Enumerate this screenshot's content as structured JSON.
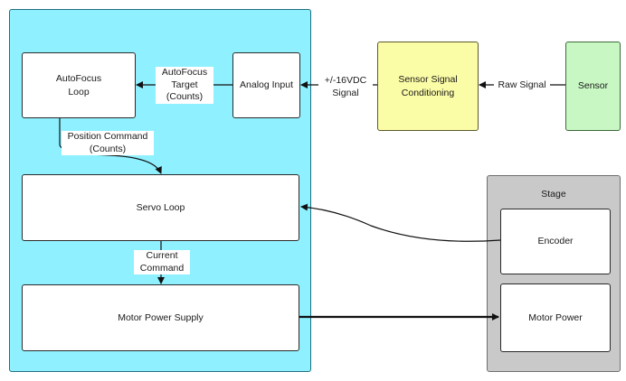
{
  "controller": {
    "colour": "#8ff0ff"
  },
  "blocks": {
    "autofocus_loop": "AutoFocus\nLoop",
    "analog_input": "Analog Input",
    "servo_loop": "Servo Loop",
    "motor_power_supply": "Motor Power Supply",
    "sensor_signal_conditioning": "Sensor Signal\nConditioning",
    "sensor": "Sensor",
    "encoder": "Encoder",
    "motor_power": "Motor Power"
  },
  "stage": {
    "title": "Stage",
    "colour": "#c9c9c9"
  },
  "connections": {
    "autofocus_target": "AutoFocus\nTarget\n(Counts)",
    "signal_16vdc": "+/-16VDC\nSignal",
    "raw_signal": "Raw Signal",
    "position_command": "Position Command\n(Counts)",
    "current_command": "Current\nCommand"
  },
  "colours": {
    "conditioning": "#fbfca6",
    "sensor": "#c8f7c4"
  }
}
